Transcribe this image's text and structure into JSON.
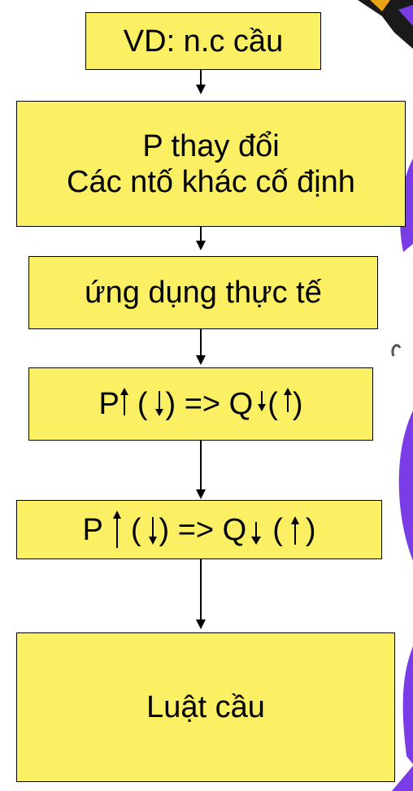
{
  "colors": {
    "box_fill": "#fbef63",
    "border": "#000000",
    "text": "#000000",
    "deco_purple": "#7a3ce6",
    "deco_dark": "#1a1a1a"
  },
  "flow": {
    "box1": {
      "line1": "VD: n.c cầu"
    },
    "box2": {
      "line1": "P thay đổi",
      "line2": "Các ntố khác cố định"
    },
    "box3": {
      "line1": "ứng dụng thực tế"
    },
    "box4": {
      "p": "P",
      "open1": "(",
      "close1": ") => Q",
      "open2": "(",
      "close2": ")"
    },
    "box5": {
      "p": "P",
      "open1": "(",
      "close1": ") => Q",
      "open2": "(",
      "close2": ")"
    },
    "box6": {
      "line1": "Luật cầu"
    }
  },
  "arrow_directions": {
    "box4": [
      "up",
      "down",
      "down",
      "up"
    ],
    "box5": [
      "up",
      "down",
      "down",
      "up"
    ]
  }
}
